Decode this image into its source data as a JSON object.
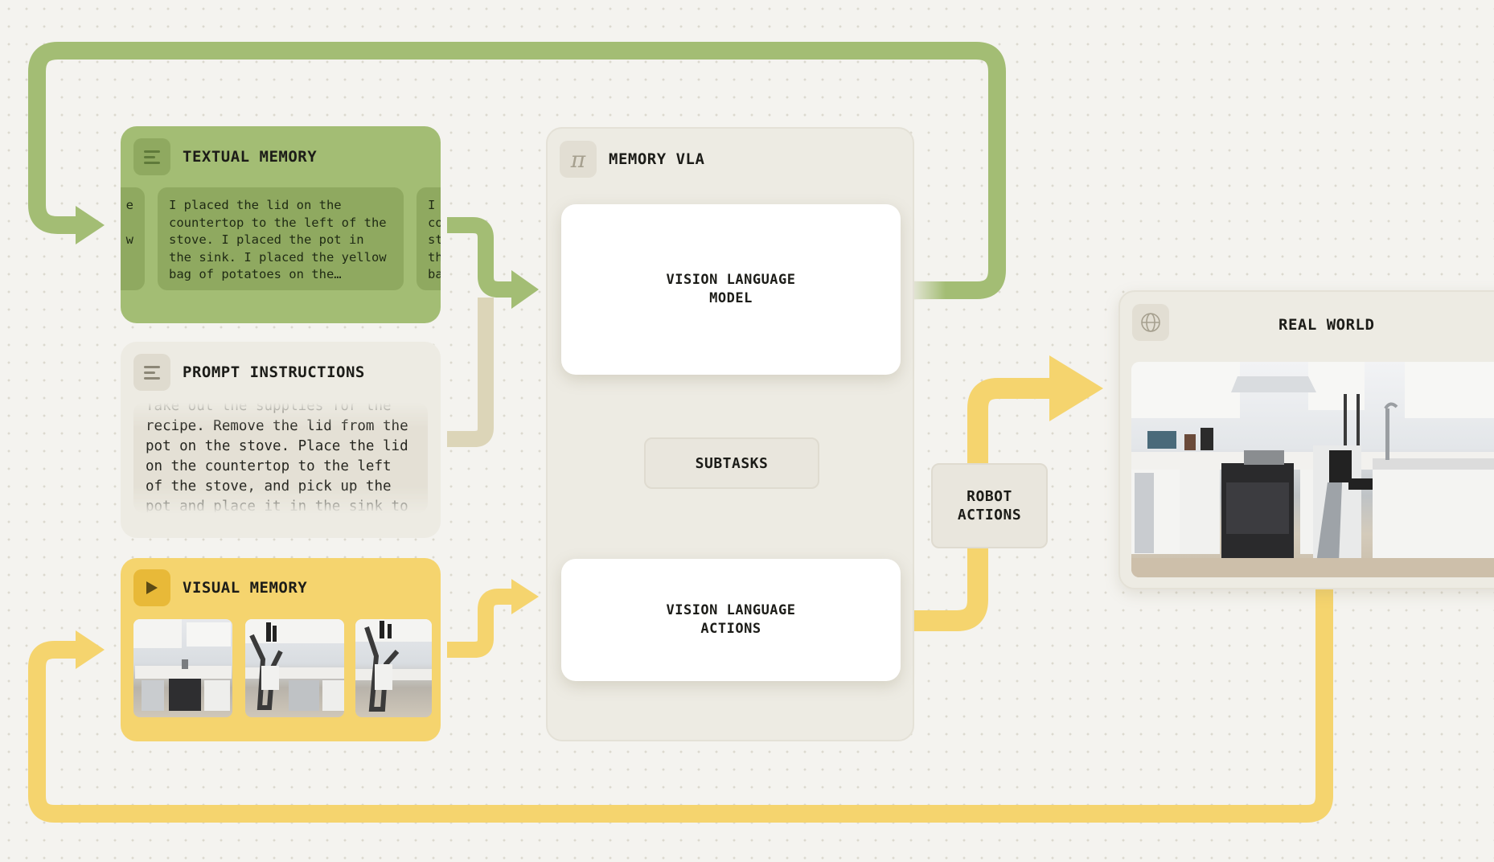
{
  "textual_memory": {
    "title": "TEXTUAL MEMORY",
    "entries": [
      "e\n\nw",
      "I placed the lid on the countertop to the left of the stove. I placed the pot in the sink. I placed the yellow bag of potatoes on the…",
      "I\nco\nst\nth\nba"
    ]
  },
  "prompt_instructions": {
    "title": "PROMPT INSTRUCTIONS",
    "text": "Take out the supplies for the recipe. Remove the lid from the pot on the stove. Place the lid on the countertop to the left of the stove, and pick up the pot and place it in the sink to the"
  },
  "visual_memory": {
    "title": "VISUAL MEMORY",
    "play_icon": "play-icon"
  },
  "memory_vla": {
    "title": "MEMORY VLA",
    "icon": "pi-icon",
    "vlm": "VISION LANGUAGE\nMODEL",
    "subtasks": "SUBTASKS",
    "vla": "VISION LANGUAGE\nACTIONS"
  },
  "robot_actions": "ROBOT\nACTIONS",
  "real_world": {
    "title": "REAL WORLD",
    "icon": "globe-icon"
  },
  "colors": {
    "green": "#a3bd74",
    "yellow": "#f5d46e",
    "beige": "#dcd5b8",
    "gray_arrow": "#b5ae9a",
    "background": "#f4f3ef"
  }
}
